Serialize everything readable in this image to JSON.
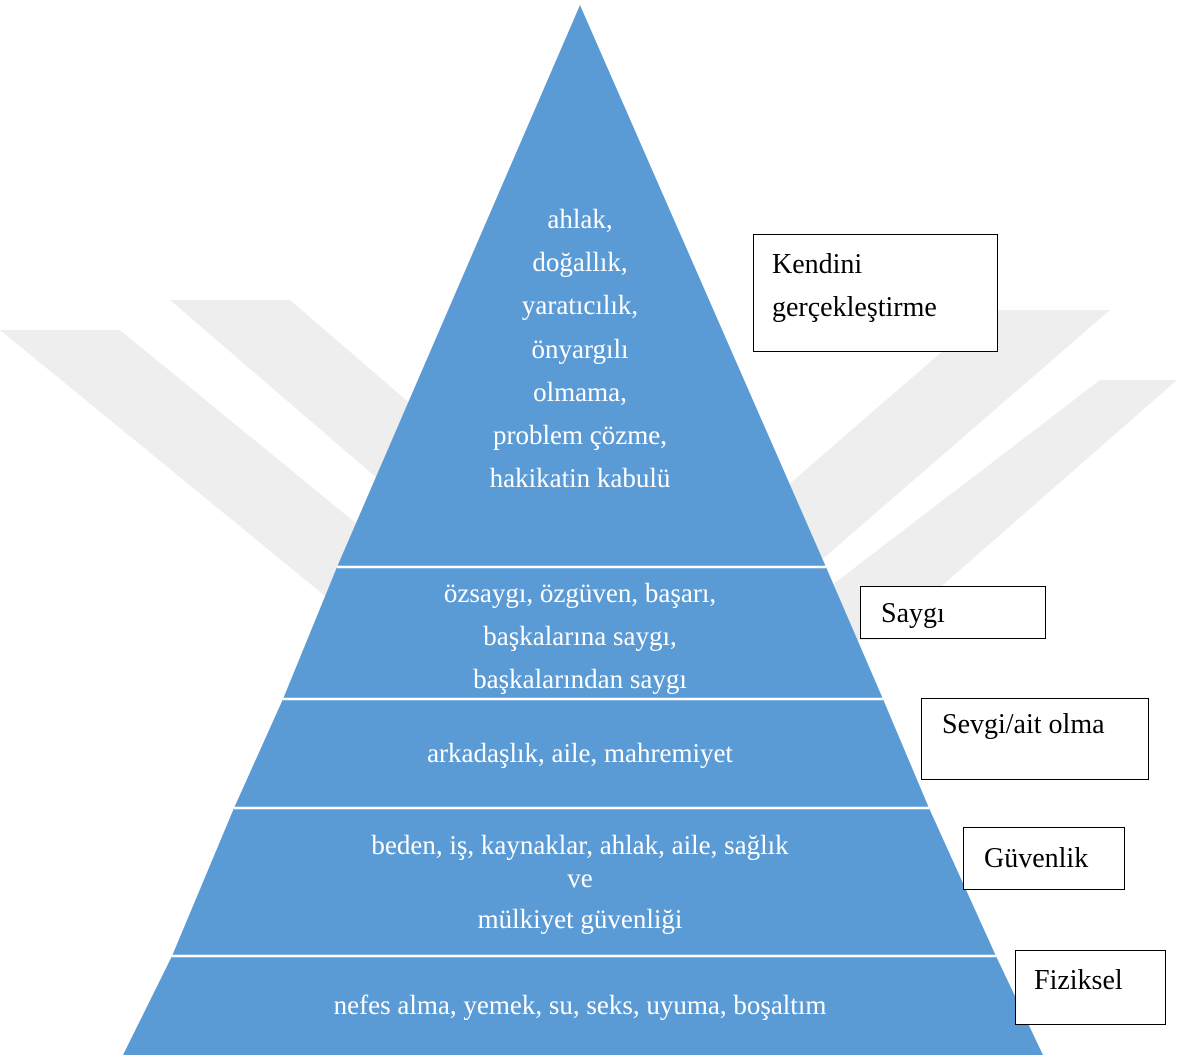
{
  "colors": {
    "tier_fill": "#5b9bd5",
    "tier_line": "#ffffff",
    "text_on_tier": "#ffffff",
    "label_border": "#000000"
  },
  "tiers": [
    {
      "name": "self-actualization",
      "lines": [
        "ahlak,",
        "doğallık,",
        "yaratıcılık,",
        "önyargılı",
        "olmama,",
        "problem çözme,",
        "hakikatin kabulü"
      ]
    },
    {
      "name": "esteem",
      "lines": [
        "özsaygı, özgüven, başarı,",
        "başkalarına saygı,",
        "başkalarından saygı"
      ]
    },
    {
      "name": "love-belonging",
      "lines": [
        "arkadaşlık, aile, mahremiyet"
      ]
    },
    {
      "name": "safety",
      "lines": [
        "beden, iş, kaynaklar, ahlak, aile, sağlık",
        "ve",
        "mülkiyet güvenliği"
      ]
    },
    {
      "name": "physiological",
      "lines": [
        "nefes alma, yemek, su, seks, uyuma, boşaltım"
      ]
    }
  ],
  "labels": [
    {
      "lines": [
        "Kendini",
        "gerçekleştirme"
      ]
    },
    {
      "lines": [
        "Saygı"
      ]
    },
    {
      "lines": [
        "Sevgi/ait olma"
      ]
    },
    {
      "lines": [
        "Güvenlik"
      ]
    },
    {
      "lines": [
        "Fiziksel"
      ]
    }
  ]
}
